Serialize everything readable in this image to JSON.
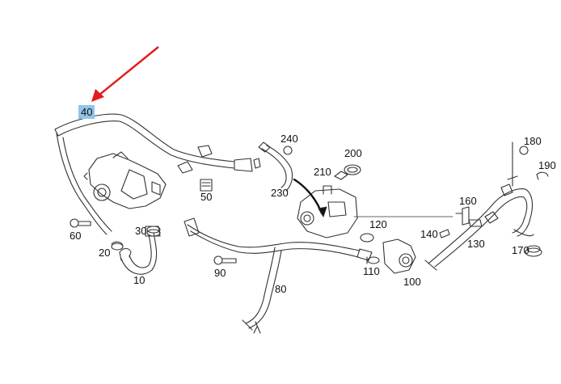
{
  "colors": {
    "highlight": "#8fc5e8",
    "arrow": "#e11d1d",
    "line": "#333333"
  },
  "callouts": {
    "p10": "10",
    "p20": "20",
    "p30": "30",
    "p40": "40",
    "p50": "50",
    "p60": "60",
    "p80": "80",
    "p90": "90",
    "p100": "100",
    "p110": "110",
    "p120": "120",
    "p130": "130",
    "p140": "140",
    "p160": "160",
    "p170": "170",
    "p180": "180",
    "p190": "190",
    "p200": "200",
    "p210": "210",
    "p230": "230",
    "p240": "240"
  },
  "highlighted_part": "40"
}
